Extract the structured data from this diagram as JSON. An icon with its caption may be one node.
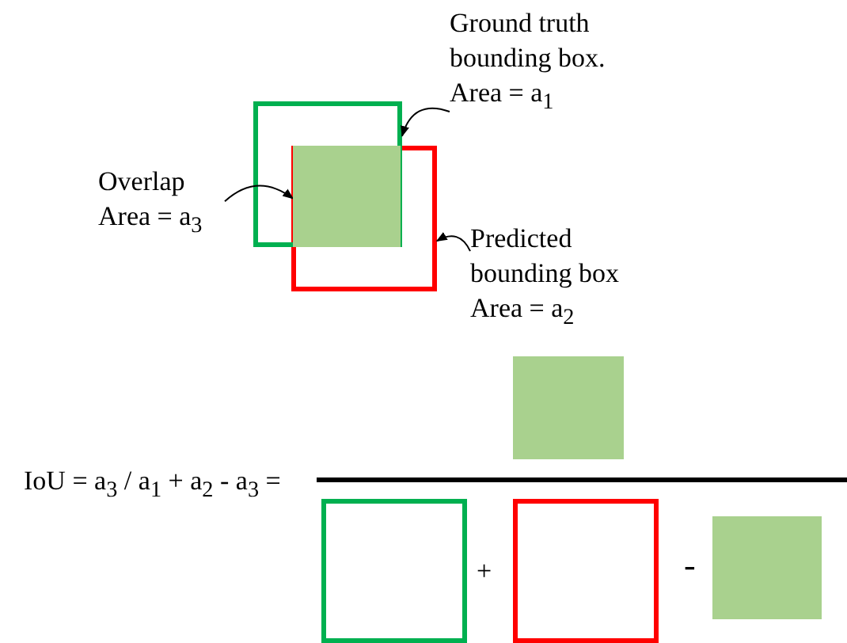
{
  "diagram": {
    "nodes": [
      {
        "text": [
          "Ground truth bounding box. Area = a$_{1}$"
        ]
      },
      {
        "text": [],
        "shape": "box"
      },
      {
        "text": [
          "Overlap Area = a$_{3}$"
        ]
      },
      {
        "text": [],
        "shape": "box"
      },
      {
        "text": [
          "Predicted bounding box Area = a$_{2}$"
        ]
      },
      {
        "text": [],
        "shape": "box"
      },
      {
        "text": [],
        "shape": "box"
      },
      {
        "text": [],
        "shape": "box"
      },
      {
        "text": [],
        "shape": "box"
      },
      {
        "text": [],
        "shape": "box"
      }
    ],
    "edges": [
      {
        "from": 0,
        "to": 1,
        "arrow": "to"
      },
      {
        "from": 2,
        "to": 3,
        "arrow": "to"
      },
      {
        "from": 4,
        "to": 5,
        "arrow": "to"
      }
    ],
    "labels": [
      "IoU = a$_{3}$ / a$_{1}$ + a$_{2}$ - a$_{3}$ =",
      "+",
      "-"
    ]
  }
}
